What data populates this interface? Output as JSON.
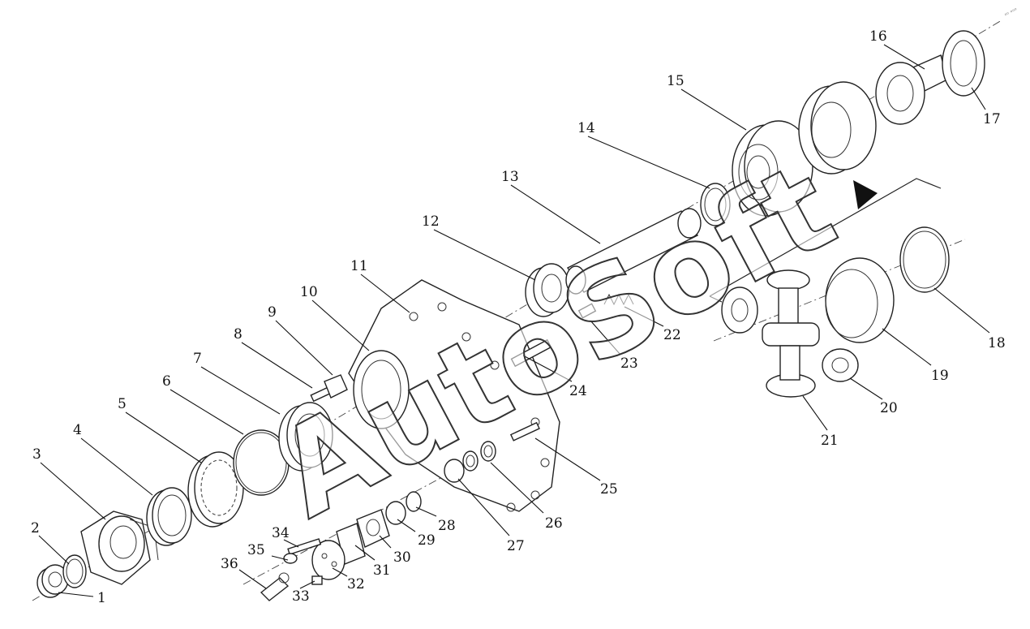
{
  "watermark": "AutoSoft",
  "corner_mark": "ᵒᵒ ᵒᵒᵒ",
  "callouts": [
    {
      "id": 1,
      "label": "1"
    },
    {
      "id": 2,
      "label": "2"
    },
    {
      "id": 3,
      "label": "3"
    },
    {
      "id": 4,
      "label": "4"
    },
    {
      "id": 5,
      "label": "5"
    },
    {
      "id": 6,
      "label": "6"
    },
    {
      "id": 7,
      "label": "7"
    },
    {
      "id": 8,
      "label": "8"
    },
    {
      "id": 9,
      "label": "9"
    },
    {
      "id": 10,
      "label": "10"
    },
    {
      "id": 11,
      "label": "11"
    },
    {
      "id": 12,
      "label": "12"
    },
    {
      "id": 13,
      "label": "13"
    },
    {
      "id": 14,
      "label": "14"
    },
    {
      "id": 15,
      "label": "15"
    },
    {
      "id": 16,
      "label": "16"
    },
    {
      "id": 17,
      "label": "17"
    },
    {
      "id": 18,
      "label": "18"
    },
    {
      "id": 19,
      "label": "19"
    },
    {
      "id": 20,
      "label": "20"
    },
    {
      "id": 21,
      "label": "21"
    },
    {
      "id": 22,
      "label": "22"
    },
    {
      "id": 23,
      "label": "23"
    },
    {
      "id": 24,
      "label": "24"
    },
    {
      "id": 25,
      "label": "25"
    },
    {
      "id": 26,
      "label": "26"
    },
    {
      "id": 27,
      "label": "27"
    },
    {
      "id": 28,
      "label": "28"
    },
    {
      "id": 29,
      "label": "29"
    },
    {
      "id": 30,
      "label": "30"
    },
    {
      "id": 31,
      "label": "31"
    },
    {
      "id": 32,
      "label": "32"
    },
    {
      "id": 33,
      "label": "33"
    },
    {
      "id": 34,
      "label": "34"
    },
    {
      "id": 35,
      "label": "35"
    },
    {
      "id": 36,
      "label": "36"
    }
  ]
}
